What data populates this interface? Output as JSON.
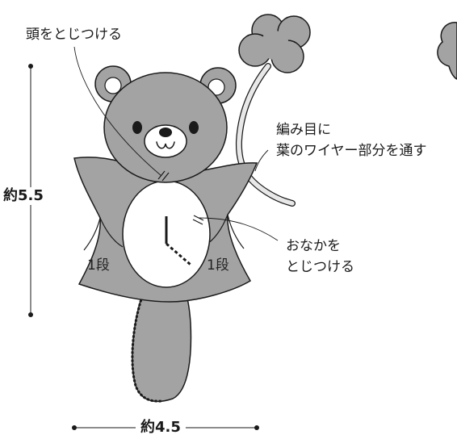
{
  "labels": {
    "head_attach": "頭をとじつける",
    "wire_line1": "編み目に",
    "wire_line2": "葉のワイヤー部分を通す",
    "belly_line1": "おなかを",
    "belly_line2": "とじつける",
    "height_dim": "約5.5",
    "width_dim": "約4.5",
    "row_left": "1段",
    "row_right": "1段"
  },
  "colors": {
    "fill_gray": "#a3a3a3",
    "outline": "#1a1a1a",
    "white": "#ffffff",
    "wire": "#e8e8e8"
  }
}
